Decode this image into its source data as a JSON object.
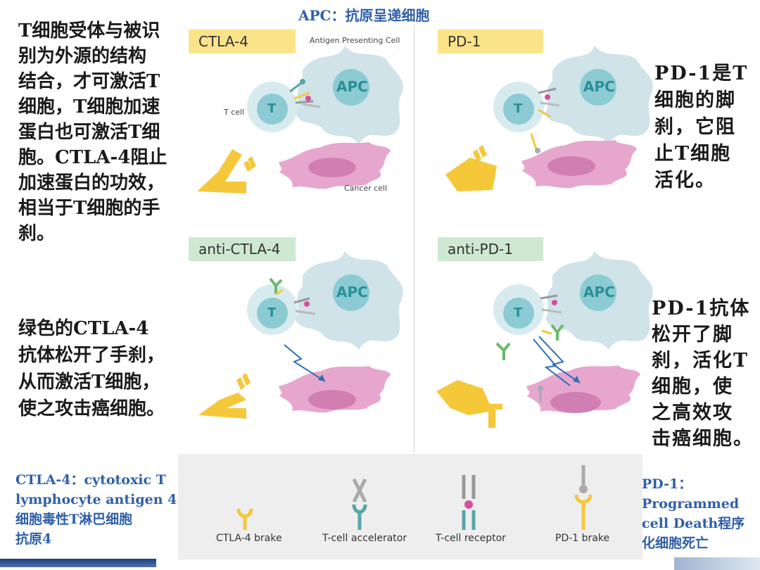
{
  "title": "APC：抗原呈递细胞",
  "left_top_text": "T细胞受体与被识\n别为外源的结构\n结合，才可激活T\n细胞，T细胞加速\n蛋白也可激活T细\n胞。CTLA-4阻止\n加速蛋白的功效，\n相当于T细胞的手\n刹。",
  "left_mid_text": "绿色的CTLA-4\n抗体松开了手刹，\n从而激活T细胞，\n使之攻击癌细胞。",
  "right_top_text": "PD-1是T\n细胞的脚\n刹，它阻\n止T细胞\n活化。",
  "right_mid_text": "PD-1抗体\n松开了脚\n刹，活化T\n细胞，使\n之高效攻\n击癌细胞。",
  "panels": {
    "ctla4": "CTLA-4",
    "pd1": "PD-1",
    "anti_ctla4": "anti-CTLA-4",
    "anti_pd1": "anti-PD-1"
  },
  "cell_labels": {
    "apc": "APC",
    "t": "T",
    "antigen_presenting_cell": "Antigen Presenting Cell",
    "t_cell": "T cell",
    "cancer_cell": "Cancer cell"
  },
  "legend": {
    "ctla4_brake": "CTLA-4 brake",
    "t_cell_accelerator": "T-cell accelerator",
    "t_cell_receptor": "T-cell receptor",
    "pd1_brake": "PD-1 brake"
  },
  "bottom_left_text": "CTLA-4：cytotoxic T\nlymphocyte antigen 4\n细胞毒性T淋巴细胞\n抗原4",
  "bottom_right_text": "PD-1：\nProgrammed\ncell Death程序\n化细胞死亡",
  "colors": {
    "apc_fill": "#cfe3e8",
    "t_fill": "#a9d3da",
    "cancer_fill": "#e7a6cd",
    "yellow": "#f5c83a",
    "green": "#6bb86f",
    "blue_arrow": "#2c6fb5",
    "accent_blue": "#2f5fa8"
  }
}
